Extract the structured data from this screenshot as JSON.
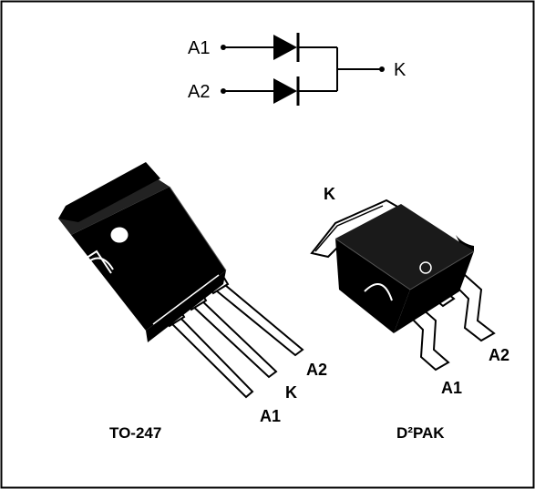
{
  "schematic": {
    "anode1": "A1",
    "anode2": "A2",
    "cathode": "K"
  },
  "to247": {
    "package_name": "TO-247",
    "pin_a2": "A2",
    "pin_k": "K",
    "pin_a1": "A1"
  },
  "d2pak": {
    "package_name": "D²PAK",
    "tab_k": "K",
    "pin_a1": "A1",
    "pin_a2": "A2"
  }
}
